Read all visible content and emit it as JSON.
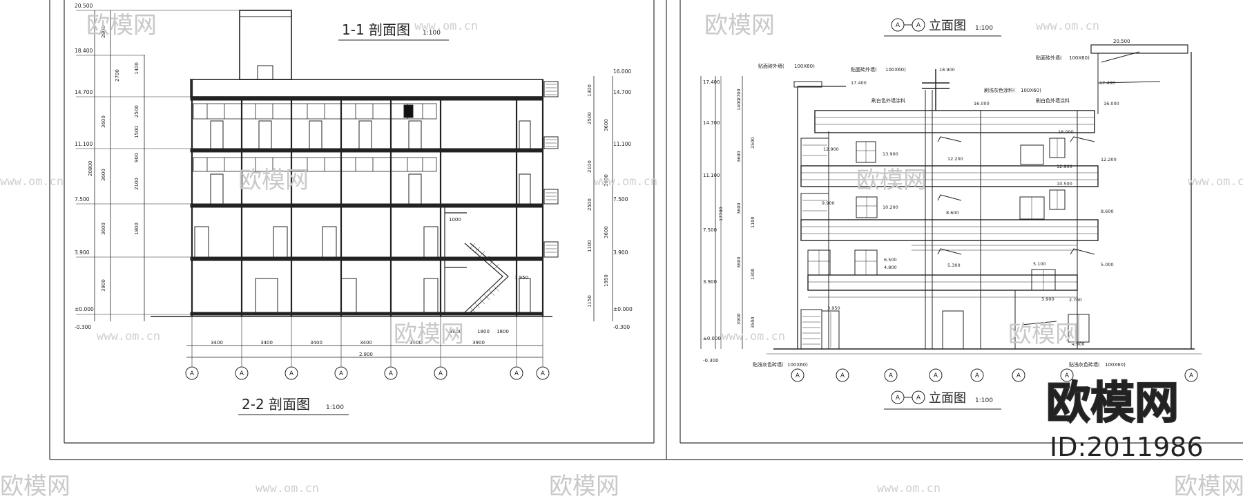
{
  "titles": {
    "top_left": "1-1  剖面图",
    "top_left_scale": "1:100",
    "bottom_left": "2-2  剖面图",
    "bottom_left_scale": "1:100",
    "top_right": "立面图",
    "top_right_scale": "1:100",
    "bottom_right": "立面图",
    "bottom_right_scale": "1:100",
    "axis_mark": "A"
  },
  "watermark": {
    "brand": "欧模网",
    "url": "www.om.cn",
    "id": "ID:2011986"
  },
  "left_levels": [
    "20.500",
    "18.400",
    "14.700",
    "11.100",
    "7.500",
    "3.900",
    "±0.000",
    "-0.300"
  ],
  "left_right_levels": [
    "16.000",
    "14.700",
    "11.100",
    "7.500",
    "3.900",
    "±0.000",
    "-0.300"
  ],
  "left_dims": [
    "2800",
    "3600",
    "3600",
    "3600",
    "3900",
    "20800",
    "2700",
    "1400",
    "2500",
    "1500",
    "900",
    "2100",
    "1800"
  ],
  "left_right_dims": [
    "1300",
    "2500",
    "3600",
    "2100",
    "3600",
    "2500",
    "3600",
    "1100",
    "1950",
    "1150"
  ],
  "left_bottom_dims": [
    "3400",
    "3400",
    "3400",
    "3400",
    "3400",
    "3600",
    "1800",
    "1800",
    "3900",
    "2.800"
  ],
  "left_note_1": "1.950",
  "left_note_2": "1000",
  "right_levels": [
    "17.400",
    "14.700",
    "11.100",
    "7.500",
    "3.900",
    "±0.000",
    "-0.300"
  ],
  "right_inner_levels": [
    "17.400",
    "16.000",
    "18.900",
    "12.900",
    "13.900",
    "12.200",
    "9.900",
    "10.200",
    "8.600",
    "6.500",
    "4.800",
    "5.300",
    "3.950",
    "12.900",
    "10.500",
    "8.600",
    "5.100",
    "3.900",
    "2.700",
    "4.900",
    "12.200",
    "5.000",
    "16.000",
    "17.400",
    "16.000"
  ],
  "right_dims": [
    "2700",
    "1400",
    "3600",
    "2500",
    "3600",
    "1100",
    "3600",
    "1300",
    "3900",
    "3500",
    "17700"
  ],
  "right_notes": [
    "贴面砖外墙(",
    "100X60)",
    "贴面砖外墙(",
    "100X60)",
    "刷白色外墙涂料",
    "刷浅灰色涂料(",
    "100X60)",
    "贴面砖外墙(",
    "100X60)",
    "刷白色外墙涂料",
    "贴浅灰色砖墙(",
    "100X60)",
    "贴浅灰色砖墙(",
    "100X60)"
  ],
  "right_top_dim": "20.500"
}
